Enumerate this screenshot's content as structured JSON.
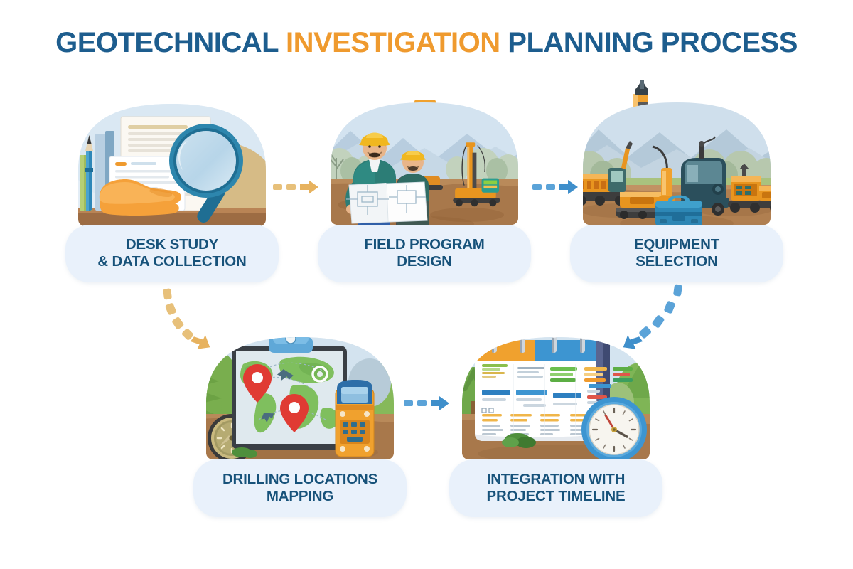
{
  "title": {
    "part1": "GEOTECHNICAL",
    "part2": "INVESTIGATION",
    "part3": "PLANNING PROCESS",
    "color_blue": "#1d5d8e",
    "color_orange": "#ef9a2e"
  },
  "theme": {
    "pill_bg": "#e9f1fb",
    "pill_text": "#17527a",
    "arrow_tan": "#e7c07a",
    "arrow_blue": "#4a94cf",
    "page_bg": "#ffffff"
  },
  "steps": [
    {
      "id": 1,
      "label_line1": "DESK STUDY",
      "label_line2": "& DATA COLLECTION",
      "illustration": "desk-study-illustration",
      "elements": [
        "documents",
        "charts",
        "magnifying-glass",
        "pen",
        "markers",
        "orange-glove"
      ]
    },
    {
      "id": 2,
      "label_line1": "FIELD PROGRAM",
      "label_line2": "DESIGN",
      "illustration": "field-program-illustration",
      "elements": [
        "two-engineers",
        "hard-hats",
        "blueprint",
        "drilling-rig",
        "mountains",
        "trees"
      ]
    },
    {
      "id": 3,
      "label_line1": "EQUIPMENT",
      "label_line2": "SELECTION",
      "illustration": "equipment-selection-illustration",
      "elements": [
        "drill-rig",
        "crawler-machine",
        "operator-cab",
        "toolbox",
        "mountains"
      ]
    },
    {
      "id": 4,
      "label_line1": "DRILLING LOCATIONS",
      "label_line2": "MAPPING",
      "illustration": "drilling-mapping-illustration",
      "elements": [
        "clipboard-tablet",
        "world-map",
        "location-pins",
        "compass",
        "gps-device",
        "tree"
      ]
    },
    {
      "id": 5,
      "label_line1": "INTEGRATION WITH",
      "label_line2": "PROJECT TIMELINE",
      "illustration": "project-timeline-illustration",
      "elements": [
        "spiral-calendar",
        "task-bars",
        "wall-clock",
        "trees",
        "bush"
      ]
    }
  ],
  "arrows": [
    {
      "id": "arrow-1",
      "from": 1,
      "to": 2,
      "style": "dashed-straight",
      "direction": "right",
      "color": "#e7c07a"
    },
    {
      "id": "arrow-2",
      "from": 2,
      "to": 3,
      "style": "dashed-straight",
      "direction": "right",
      "color": "#4a94cf"
    },
    {
      "id": "arrow-curve-left",
      "from": 1,
      "to": 4,
      "style": "dashed-curve",
      "direction": "down-right",
      "color": "#e7c07a"
    },
    {
      "id": "arrow-3",
      "from": 4,
      "to": 5,
      "style": "dashed-straight",
      "direction": "right",
      "color": "#4a94cf"
    },
    {
      "id": "arrow-curve-right",
      "from": 3,
      "to": 5,
      "style": "dashed-curve",
      "direction": "down-left",
      "color": "#4a94cf"
    }
  ]
}
